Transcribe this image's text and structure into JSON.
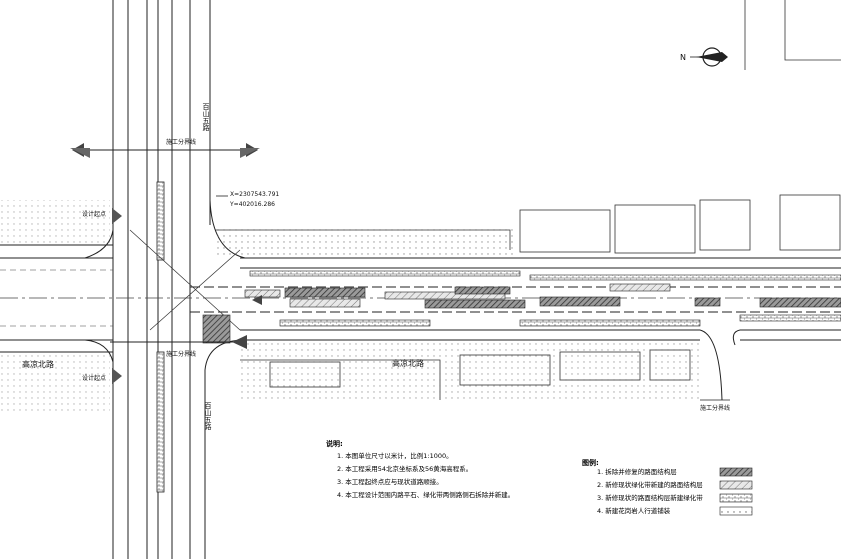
{
  "labels": {
    "road_east_top": "百山五路",
    "road_east_bottom": "百山五路",
    "road_gaoliang_west": "高凉北路",
    "road_gaoliang_east": "高凉北路",
    "boundary_top": "施工分界线",
    "boundary_bottom": "施工分界线",
    "boundary_right": "施工分界线",
    "design_start_top": "设计起点",
    "design_start_bottom": "设计起点",
    "coord_x": "X=2307543.791",
    "coord_y": "Y=402016.286",
    "north": "N"
  },
  "notes": {
    "title": "说明:",
    "items": [
      "1. 本图单位尺寸以米计，比例1:1000。",
      "2. 本工程采用54北京坐标系及56黄海高程系。",
      "3. 本工程起终点应与现状道路顺接。",
      "4. 本工程设计范围内路平石、绿化带两侧路侧石拆除并新建。"
    ]
  },
  "legend": {
    "title": "图例:",
    "items": [
      "1. 拆除并修复的路面结构层",
      "2. 新修现状绿化带新建的路面结构层",
      "3. 新修现状的路面结构层新建绿化带",
      "4. 新建花岗岩人行道铺装"
    ]
  },
  "colors": {
    "line": "#222222",
    "hatch_dark": "#555555",
    "hatch_light": "#999999",
    "boundary_arrow": "#444444"
  }
}
